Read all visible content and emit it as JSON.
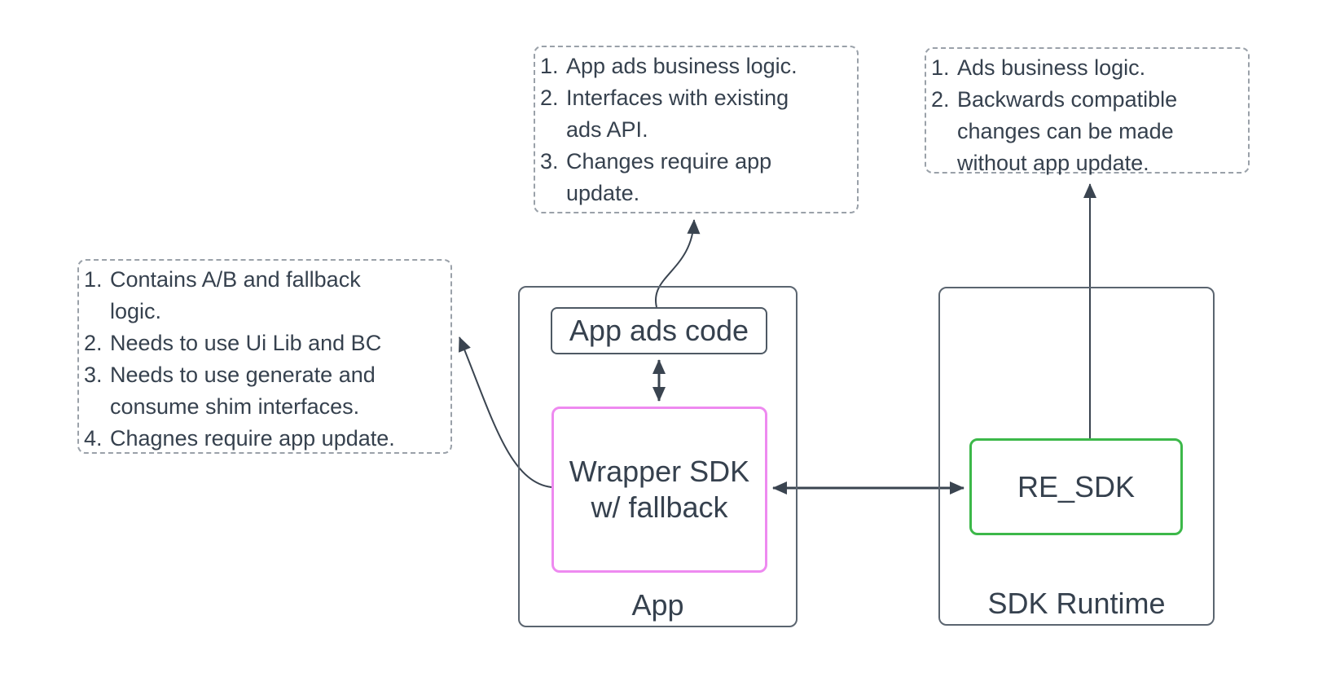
{
  "diagram_title": "Wrapper SDK / SDK Runtime architecture",
  "colors": {
    "background": "#ffffff",
    "text": "#36414e",
    "connector": "#3a4450",
    "container_border": "#5b6570",
    "ads_code_border": "#4e5964",
    "note_border": "#9aa1a9",
    "wrapper_sdk_border": "#ee8af0",
    "re_sdk_border": "#3cb849"
  },
  "notes": {
    "app_ads_note": {
      "items": [
        "App ads business logic.",
        "Interfaces with existing\nads API.",
        "Changes require app\nupdate."
      ]
    },
    "sdk_note": {
      "items": [
        "Ads business logic.",
        "Backwards compatible\nchanges can be made\nwithout app update."
      ]
    },
    "wrapper_note": {
      "items": [
        "Contains A/B and fallback\nlogic.",
        "Needs to use Ui Lib and BC",
        "Needs to use generate and\nconsume shim interfaces.",
        "Chagnes require app update."
      ]
    }
  },
  "app": {
    "label": "App",
    "ads_code_label": "App ads code",
    "wrapper_sdk_label": "Wrapper SDK\nw/ fallback"
  },
  "sdk_runtime": {
    "label": "SDK Runtime",
    "re_sdk_label": "RE_SDK"
  },
  "connectors": [
    {
      "name": "app-ads-code-to-note",
      "type": "curved-arrow",
      "from": "App ads code (top)",
      "to": "app ads note (bottom)"
    },
    {
      "name": "wrapper-sdk-to-note",
      "type": "curved-arrow",
      "from": "Wrapper SDK (left)",
      "to": "wrapper note (right)"
    },
    {
      "name": "re-sdk-to-note",
      "type": "straight-arrow",
      "from": "RE_SDK (top)",
      "to": "sdk note (bottom)"
    },
    {
      "name": "app-ads-wrapper-link",
      "type": "double-arrow",
      "from": "App ads code (bottom)",
      "to": "Wrapper SDK (top)"
    },
    {
      "name": "wrapper-resdk-link",
      "type": "double-arrow",
      "from": "Wrapper SDK (right)",
      "to": "RE_SDK (left)"
    }
  ]
}
